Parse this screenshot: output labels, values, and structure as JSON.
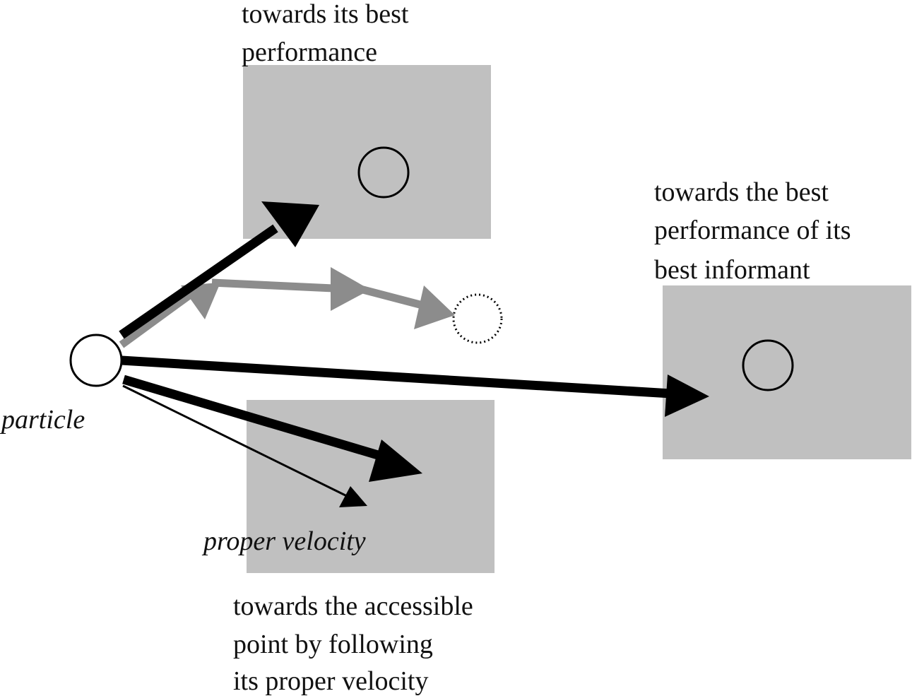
{
  "labels": {
    "best_performance": [
      "towards its best",
      "performance"
    ],
    "informant": [
      "towards the best",
      "performance of its",
      "best informant"
    ],
    "accessible_point": [
      "towards the accessible",
      "point by following",
      "its proper velocity"
    ],
    "particle": "particle",
    "proper_velocity": "proper velocity"
  },
  "colors": {
    "region_fill": "#c0c0c0",
    "arrow_black": "#000000",
    "arrow_grey": "#8c8c8c"
  }
}
